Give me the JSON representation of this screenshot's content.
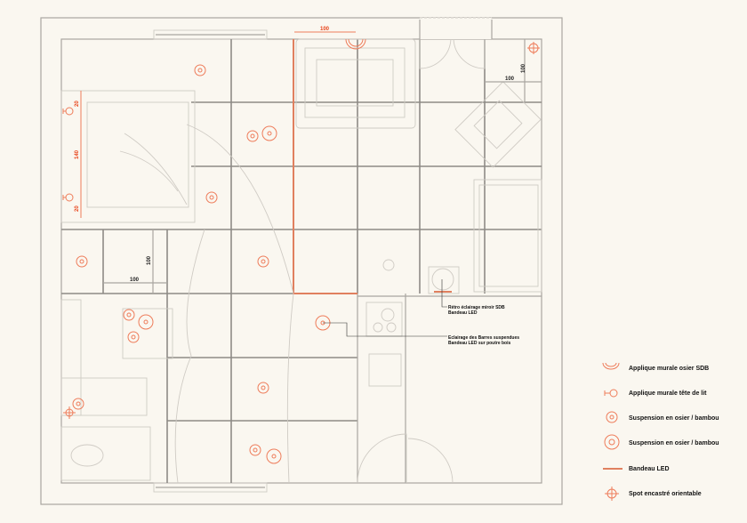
{
  "plan": {
    "dimensions": {
      "top_red": "100",
      "entry_vertical": "100",
      "entry_horizontal": "100",
      "bed_top": "20",
      "bed_middle": "140",
      "bed_bottom": "20",
      "left_vertical": "100",
      "left_horizontal": "100"
    },
    "annotations": [
      {
        "line1": "Rétro éclairage miroir SDB",
        "line2": "Bandeau LED"
      },
      {
        "line1": "Eclairage des Barres suspendues",
        "line2": "Bandeau LED sur poutre bois"
      }
    ]
  },
  "legend": {
    "items": [
      {
        "icon": "wall-light-arc-icon",
        "label": "Applique murale osier SDB"
      },
      {
        "icon": "bedside-wall-light-icon",
        "label": "Applique murale tête de lit"
      },
      {
        "icon": "pendant-small-icon",
        "label": "Suspension en osier / bambou"
      },
      {
        "icon": "pendant-large-icon",
        "label": "Suspension en osier / bambou"
      },
      {
        "icon": "led-strip-icon",
        "label": "Bandeau LED"
      },
      {
        "icon": "recessed-spot-icon",
        "label": "Spot encastré orientable"
      }
    ]
  },
  "colors": {
    "accent": "#ee7c5a",
    "wall": "#a9a6a0",
    "background": "#faf7f0"
  }
}
